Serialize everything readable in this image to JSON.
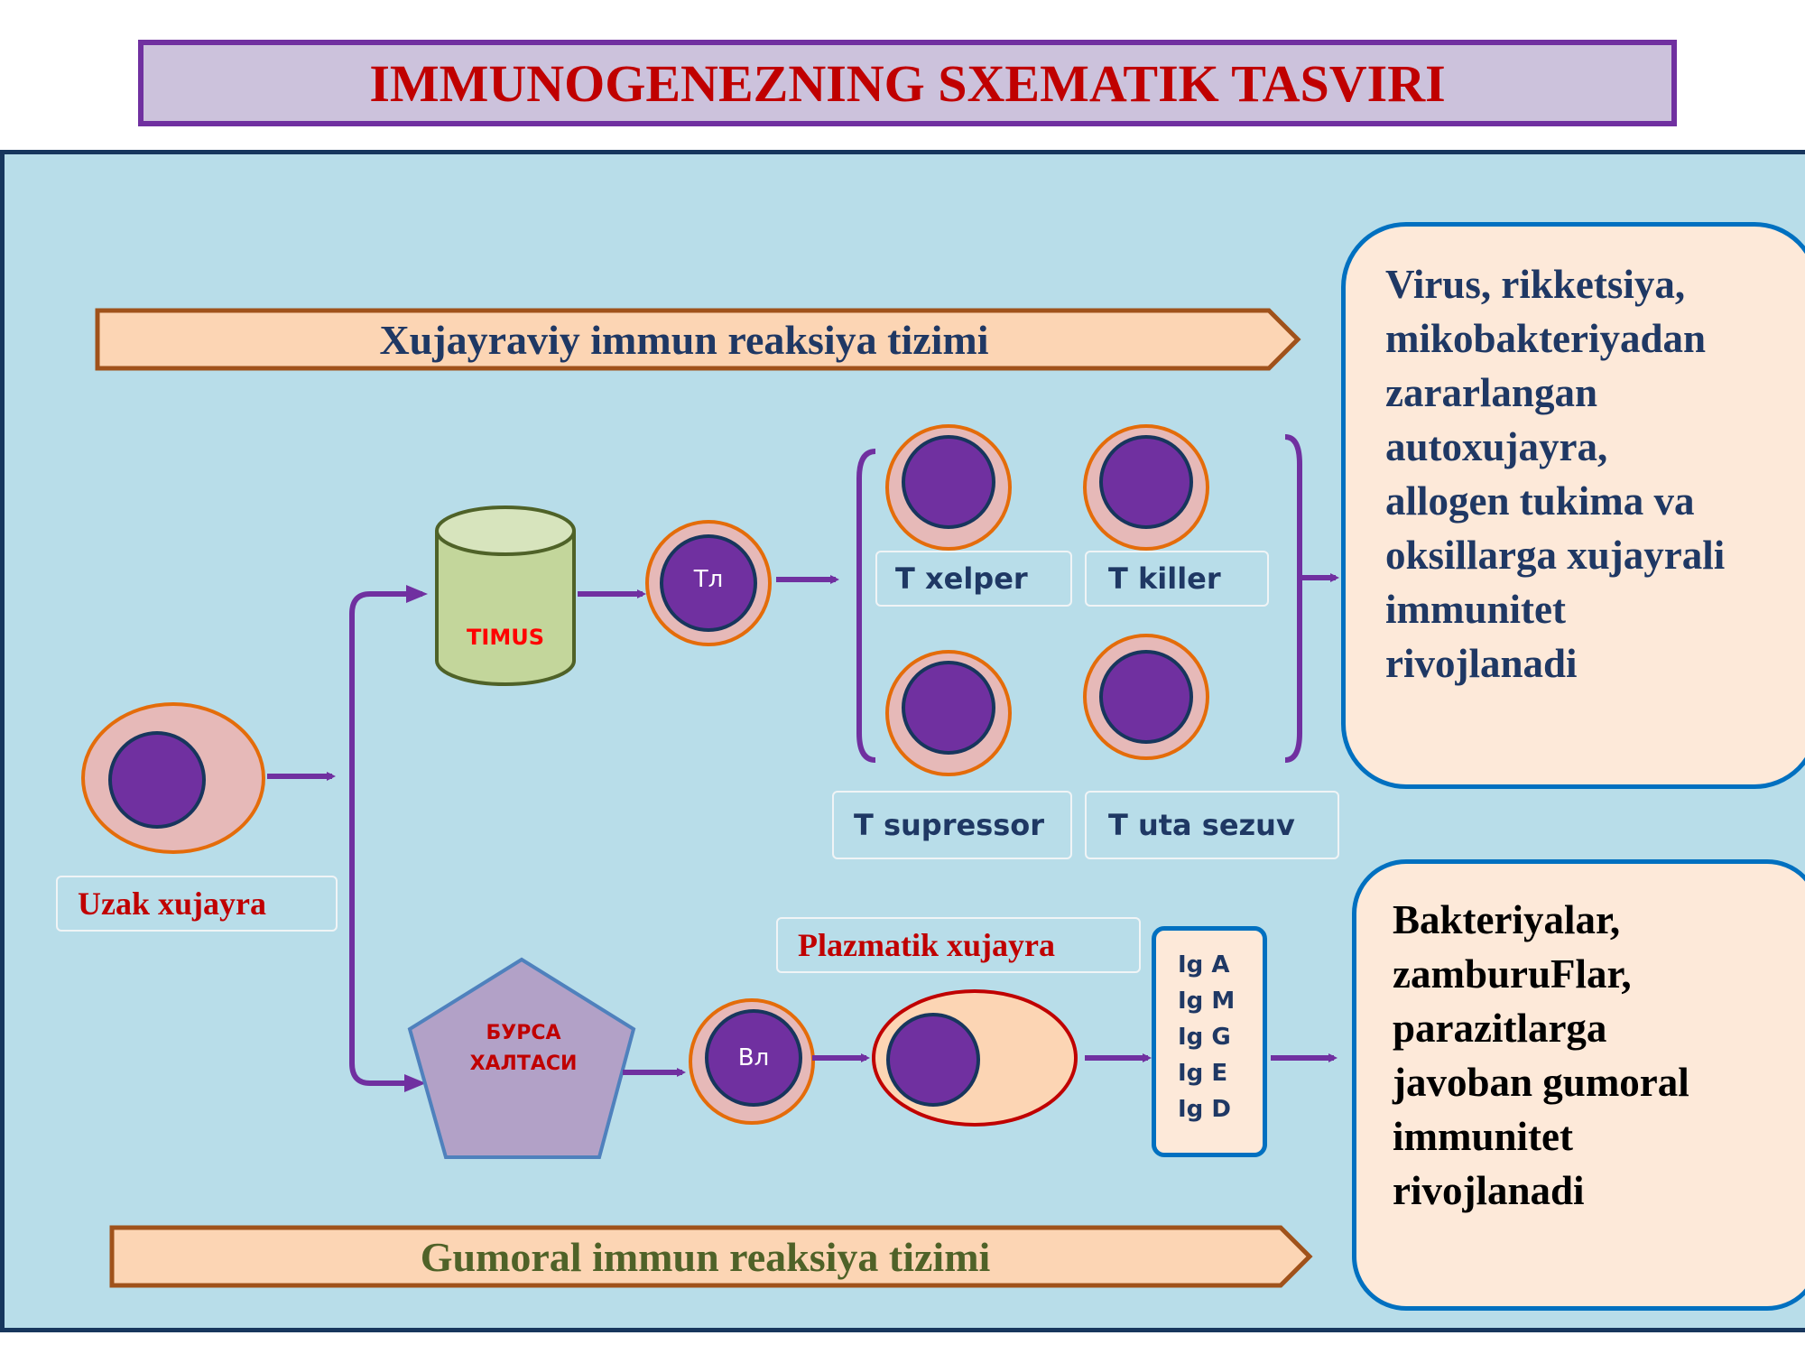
{
  "title": "IMMUNOGENEZNING SXEMATIK TASVIRI",
  "top_banner": "Xujayraviy immun reaksiya tizimi",
  "bottom_banner": "Gumoral immun reaksiya tizimi",
  "stem_cell_label": "Uzak xujayra",
  "thymus_label": "TIMUS",
  "t_cell_label": "Тл",
  "b_cell_label": "Вл",
  "bursa_label": [
    "БУРСА",
    "ХАЛТАСИ"
  ],
  "t_subtypes": {
    "helper": "T xelper",
    "killer": "T killer",
    "suppressor": "T supressor",
    "sensitive": "T uta sezuv"
  },
  "plasma_cell_label": "Plazmatik xujayra",
  "immunoglobulins": [
    "Ig A",
    "Ig M",
    "Ig G",
    "Ig E",
    "Ig D"
  ],
  "cellular_result": [
    "Virus, rikketsiya,",
    "mikobakteriyadan",
    "zararlangan",
    "autoxujayra,",
    "allogen tukima va",
    "oksillarga xujayrali",
    "immunitet",
    "rivojlanadi"
  ],
  "humoral_result": [
    "Bakteriyalar,",
    "zamburuFlar,",
    "parazitlarga",
    "javoban gumoral",
    "immunitet",
    "rivojlanadi"
  ],
  "colors": {
    "title_text": "#c00000",
    "title_border": "#7030a0",
    "panel_bg": "#b8dde9",
    "nucleus": "#7030a0",
    "arrow": "#7030a0",
    "cell_body": "#e6b9b8",
    "cell_border": "#e46c0a",
    "info_border": "#0070c0",
    "info_bg": "#fde9d9",
    "thymus_fill": "#c3d69b",
    "bursa_fill": "#b2a1c7"
  }
}
